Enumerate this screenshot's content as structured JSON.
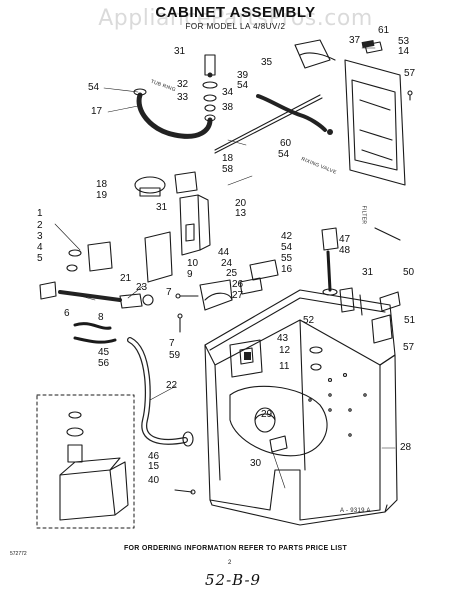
{
  "watermark": "AppliancePartsPros.com",
  "title": "CABINET ASSEMBLY",
  "subtitle": "FOR MODEL LA 4/8UV/2",
  "labels": {
    "fill_valve": "RIXING VALVE",
    "filter": "FILTER",
    "tub_ring": "TUB RING"
  },
  "part_numbers": [
    "31",
    "61",
    "37",
    "53",
    "14",
    "57",
    "35",
    "54",
    "32",
    "34",
    "33",
    "39",
    "54",
    "38",
    "17",
    "60",
    "54",
    "18",
    "58",
    "18",
    "19",
    "31",
    "20",
    "13",
    "1",
    "2",
    "3",
    "4",
    "5",
    "6",
    "8",
    "45",
    "56",
    "21",
    "23",
    "10",
    "9",
    "7",
    "44",
    "24",
    "25",
    "26",
    "27",
    "42",
    "54",
    "55",
    "16",
    "47",
    "48",
    "31",
    "50",
    "51",
    "57",
    "52",
    "43",
    "12",
    "11",
    "7",
    "59",
    "22",
    "29",
    "30",
    "28",
    "46",
    "15",
    "40"
  ],
  "figure_code": "A - 9319 A",
  "footer": "FOR ORDERING INFORMATION REFER TO PARTS PRICE LIST",
  "page_number": "2",
  "doc_code": "572772",
  "handwritten": "52-B-9"
}
